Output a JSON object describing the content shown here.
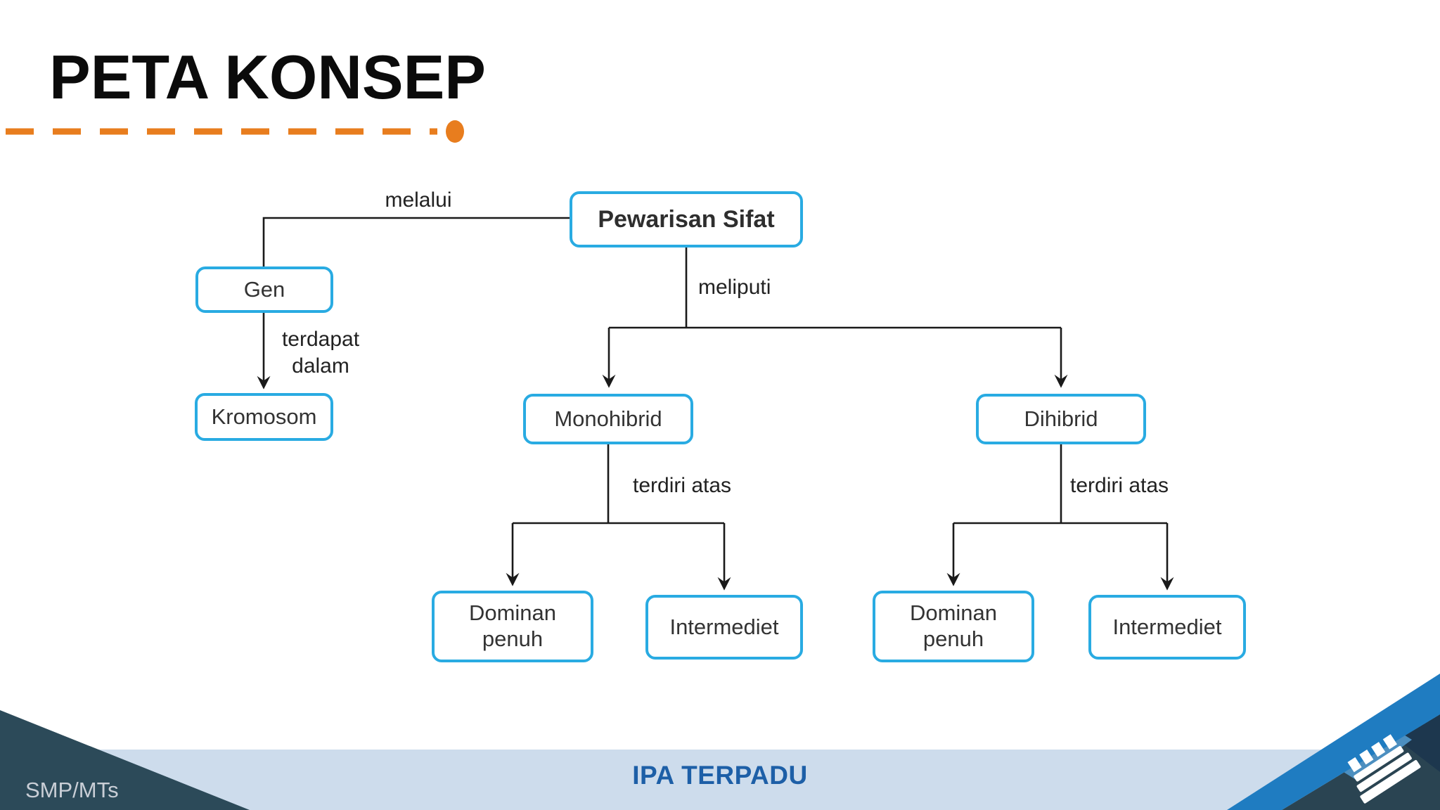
{
  "title": "PETA KONSEP",
  "colors": {
    "orange": "#E87D1E",
    "cyan": "#29ABE2",
    "line": "#1A1A1A",
    "footer-bar": "#CDDCEC",
    "footer-blue": "#1D5FA7",
    "band-blue": "#1F7CC1",
    "teal-corner": "#2A4452",
    "tri-left": "#2C4A59"
  },
  "diagram": {
    "nodes": {
      "pewarisan": {
        "label": "Pewarisan Sifat"
      },
      "gen": {
        "label": "Gen"
      },
      "kromosom": {
        "label": "Kromosom"
      },
      "monohibrid": {
        "label": "Monohibrid"
      },
      "dihibrid": {
        "label": "Dihibrid"
      },
      "dominan_mono": {
        "label": "Dominan penuh"
      },
      "intermediet_mono": {
        "label": "Intermediet"
      },
      "dominan_di": {
        "label": "Dominan penuh"
      },
      "intermediet_di": {
        "label": "Intermediet"
      }
    },
    "edge_labels": {
      "melalui": "melalui",
      "meliputi": "meliputi",
      "terdapat_dalam": "terdapat dalam",
      "terdiri_atas_mono": "terdiri atas",
      "terdiri_atas_di": "terdiri atas"
    }
  },
  "footer": {
    "left": "SMP/MTs",
    "center": "IPA TERPADU"
  }
}
